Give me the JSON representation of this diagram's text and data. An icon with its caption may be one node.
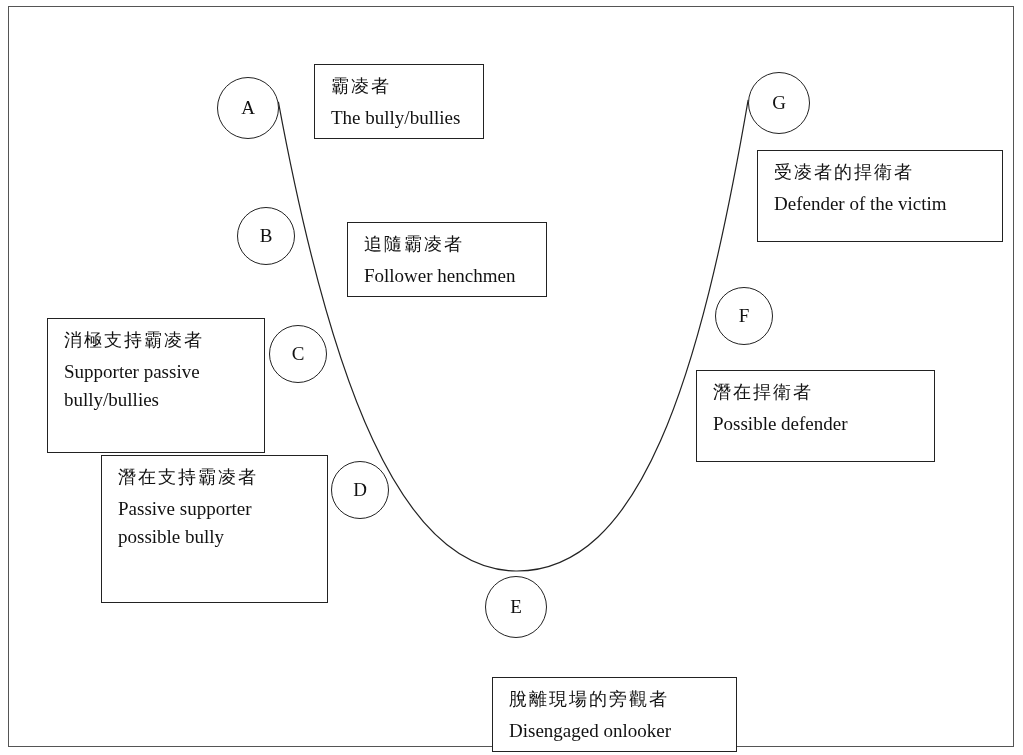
{
  "diagram": {
    "nodes": [
      {
        "text": [
          "A"
        ]
      },
      {
        "text": [
          "霸凌者",
          "The bully/bullies"
        ]
      },
      {
        "text": [
          "G"
        ]
      },
      {
        "text": [
          "受凌者的捍衛者",
          "Defender of the victim"
        ]
      },
      {
        "text": [
          "B"
        ]
      },
      {
        "text": [
          "追隨霸凌者",
          "Follower henchmen"
        ]
      },
      {
        "text": [
          "F"
        ]
      },
      {
        "text": [
          "消極支持霸凌者",
          "Supporter passive bully/bullies"
        ]
      },
      {
        "text": [
          "C"
        ]
      },
      {
        "text": [
          "潛在捍衛者",
          "Possible defender"
        ]
      },
      {
        "text": [
          "D"
        ]
      },
      {
        "text": [
          "潛在支持霸凌者",
          "Passive supporter possible bully"
        ]
      },
      {
        "text": [
          "E"
        ]
      },
      {
        "text": [
          "脫離現場的旁觀者",
          "Disengaged onlooker"
        ]
      }
    ],
    "edges": [
      {
        "from": 0,
        "to": 2,
        "arrow": "none"
      }
    ]
  }
}
